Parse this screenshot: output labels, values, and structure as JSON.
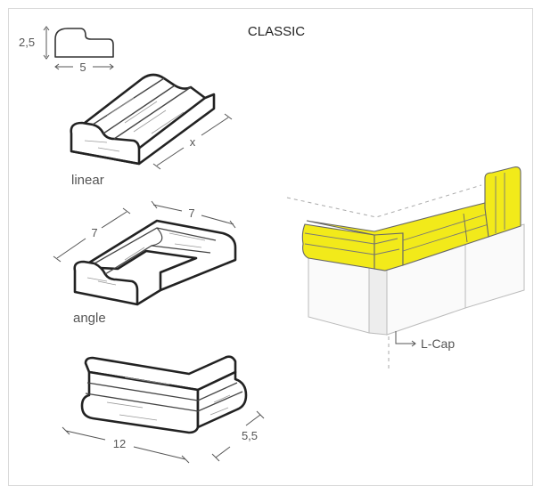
{
  "title": "CLASSIC",
  "profile": {
    "height_label": "2,5",
    "width_label": "5"
  },
  "pieces": {
    "linear": {
      "name": "linear",
      "length_label": "x"
    },
    "angle": {
      "name": "angle",
      "side_a_label": "7",
      "side_b_label": "7"
    },
    "lcap": {
      "length_label": "12",
      "depth_label": "5,5"
    }
  },
  "assembly": {
    "callout_label": "L-Cap",
    "highlight_color": "#f2ea1a"
  }
}
